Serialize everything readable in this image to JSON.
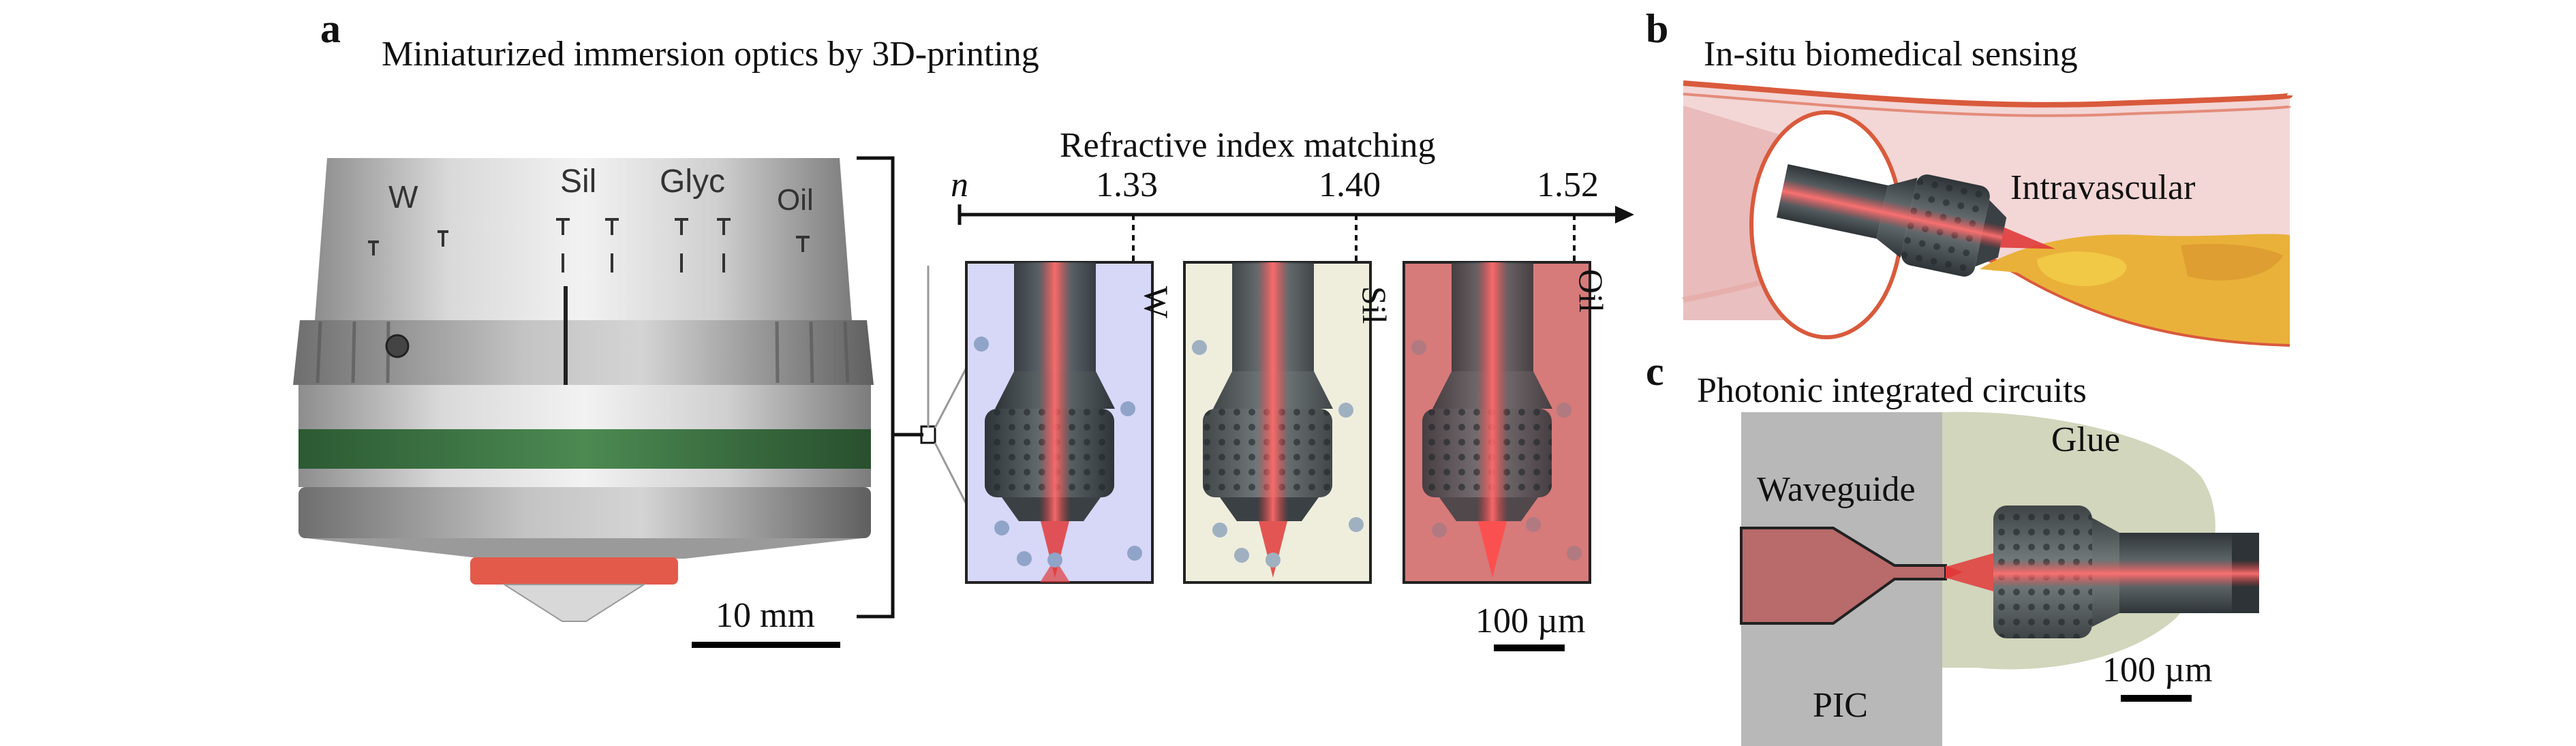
{
  "colors": {
    "red_beam": "#e03a3a",
    "water_panel": "#d7d7f7",
    "sil_panel": "#efeedd",
    "oil_panel": "#d77a7a",
    "lens_gray": "#4b5257",
    "vessel_wall": "#d95a3c",
    "plaque": "#e9b13a",
    "pic_gray": "#b8b8b8",
    "glue": "#c9cfb0",
    "waveguide": "#b96a6a",
    "objective_green": "#3e7a45"
  },
  "panel_a": {
    "letter": "a",
    "title": "Miniaturized immersion optics by 3D-printing",
    "objective_labels": {
      "w": "W",
      "sil": "Sil",
      "glyc": "Glyc",
      "oil": "Oil"
    },
    "scale_bar": "10 mm",
    "index_matching": {
      "title": "Refractive index matching",
      "axis_symbol": "n",
      "ticks": [
        "1.33",
        "1.40",
        "1.52"
      ],
      "media": [
        "W",
        "Sil",
        "Oil"
      ]
    },
    "inset_scale_bar": "100 µm"
  },
  "panel_b": {
    "letter": "b",
    "title": "In-situ biomedical sensing",
    "label": "Intravascular"
  },
  "panel_c": {
    "letter": "c",
    "title": "Photonic integrated circuits",
    "glue": "Glue",
    "waveguide": "Waveguide",
    "pic": "PIC",
    "scale_bar": "100 µm"
  }
}
